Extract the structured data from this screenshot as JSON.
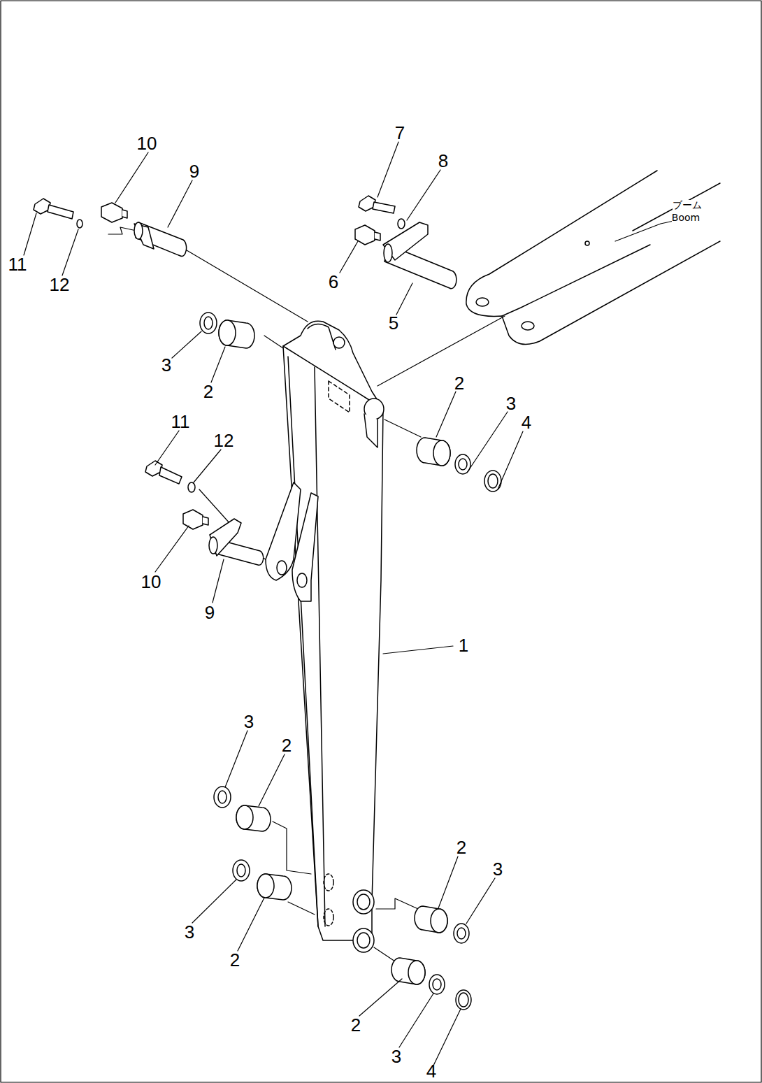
{
  "diagram": {
    "labels": [
      "10",
      "9",
      "7",
      "8",
      "ブーム",
      "Boom",
      "11",
      "12",
      "6",
      "5",
      "3",
      "2",
      "2",
      "3",
      "4",
      "11",
      "12",
      "10",
      "9",
      "1",
      "3",
      "2",
      "2",
      "3",
      "3",
      "2",
      "2",
      "3",
      "4"
    ]
  }
}
